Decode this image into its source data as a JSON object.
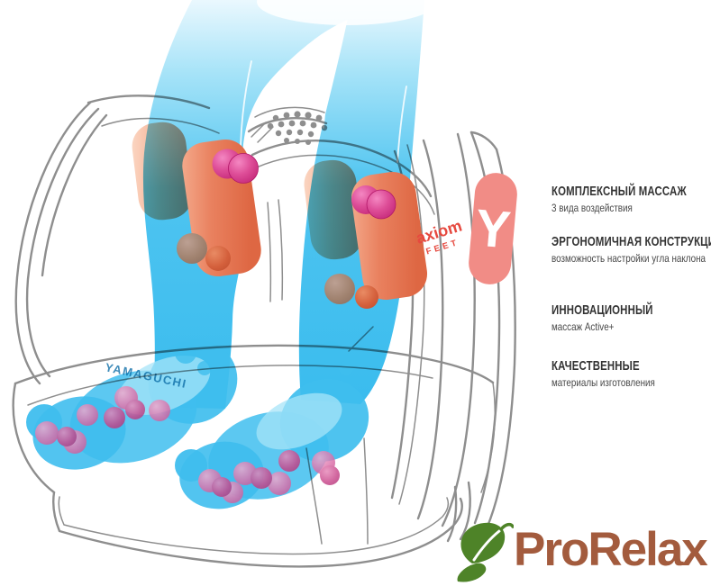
{
  "page": {
    "background": "#FFFFFF"
  },
  "colors": {
    "leg-blue": "#42C0EF",
    "outline-gray": "#8E8E8E",
    "brand-red": "#E6493F",
    "pill-coral": "#F18C86",
    "maker-blue": "#0F6FA8",
    "logo-green": "#4E8328",
    "logo-brown": "#A35B3D",
    "text-dark": "#333333",
    "text-gray": "#474747"
  },
  "illustration": {
    "maker_text": "YAMAGUCHI",
    "brand_text": "axiom",
    "brand_sub_text": "FEET",
    "logo_letter": "Y"
  },
  "features": [
    {
      "title": "КОМПЛЕКСНЫЙ МАССАЖ",
      "subtitle": "3 вида воздействия"
    },
    {
      "title": "ЭРГОНОМИЧНАЯ КОНСТРУКЦИЯ",
      "subtitle": "возможность настройки угла наклона"
    },
    {
      "title": "ИННОВАЦИОННЫЙ",
      "subtitle": "массаж Active+"
    },
    {
      "title": "КАЧЕСТВЕННЫЕ",
      "subtitle": "материалы изготовления"
    }
  ],
  "logo": {
    "name": "ProRelax"
  }
}
